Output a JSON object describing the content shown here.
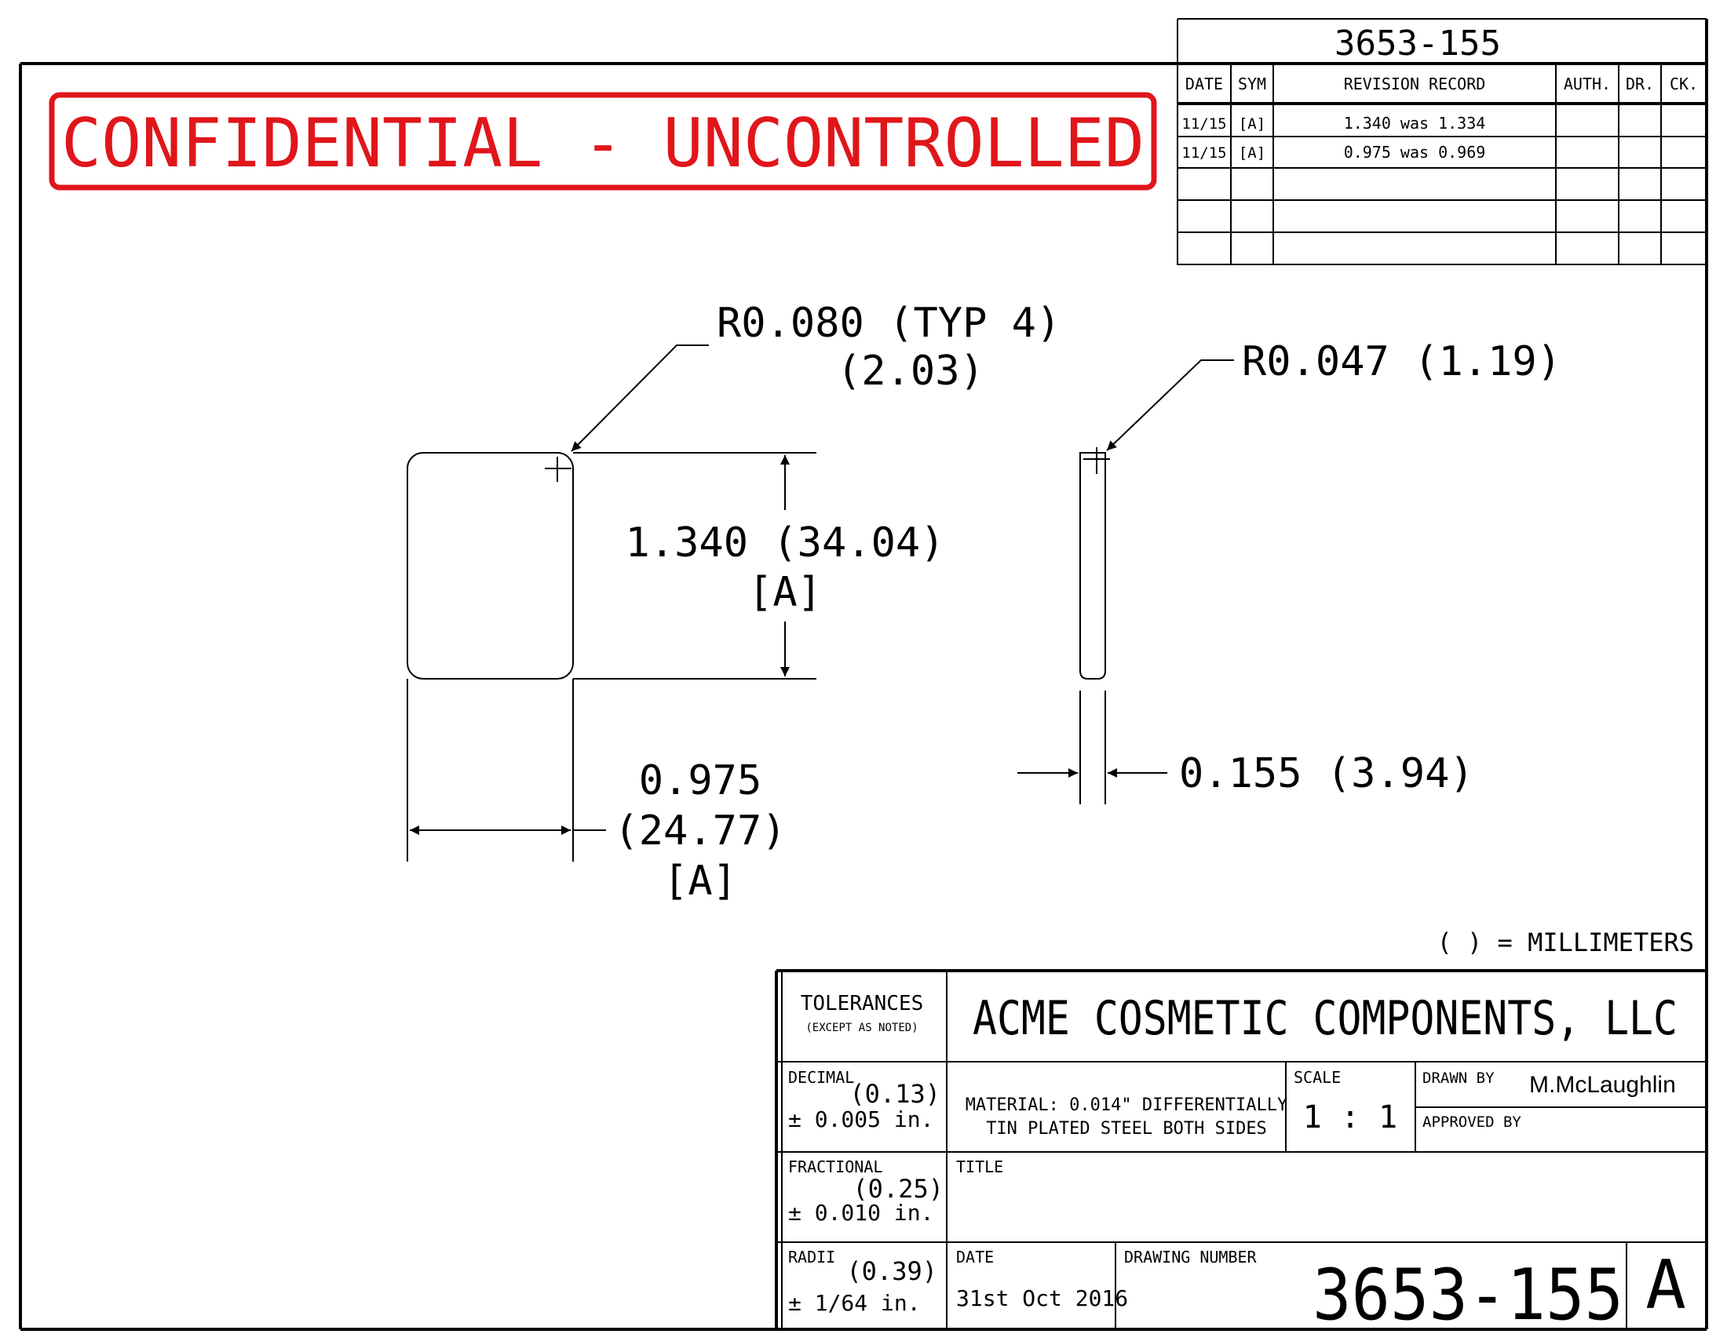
{
  "drawing_number_top": "3653-155",
  "confidential_banner": "CONFIDENTIAL - UNCONTROLLED",
  "revision_table": {
    "headers": {
      "date": "DATE",
      "sym": "SYM",
      "record": "REVISION RECORD",
      "auth": "AUTH.",
      "dr": "DR.",
      "ck": "CK."
    },
    "rows": [
      {
        "date": "11/15",
        "sym": "[A]",
        "record": "1.340 was 1.334"
      },
      {
        "date": "11/15",
        "sym": "[A]",
        "record": "0.975 was 0.969"
      }
    ]
  },
  "dimensions": {
    "corner_radius": "R0.080 (TYP 4)",
    "corner_radius_mm": "(2.03)",
    "edge_radius": "R0.047 (1.19)",
    "height": "1.340 (34.04)",
    "height_tag": "[A]",
    "width": "0.975",
    "width_mm": "(24.77)",
    "width_tag": "[A]",
    "thickness": "0.155 (3.94)"
  },
  "units_note": "( ) = MILLIMETERS",
  "title_block": {
    "tolerances": "TOLERANCES",
    "except_noted": "(EXCEPT AS NOTED)",
    "company": "ACME COSMETIC COMPONENTS, LLC",
    "decimal_label": "DECIMAL",
    "decimal_mm": "(0.13)",
    "decimal_value": "± 0.005 in.",
    "fractional_label": "FRACTIONAL",
    "fractional_mm": "(0.25)",
    "fractional_value": "± 0.010 in.",
    "radii_label": "RADII",
    "radii_mm": "(0.39)",
    "radii_value": "± 1/64 in.",
    "material_line1": "MATERIAL: 0.014\" DIFFERENTIALLY",
    "material_line2": "TIN PLATED STEEL BOTH SIDES",
    "scale_label": "SCALE",
    "scale_value": "1 : 1",
    "drawn_by_label": "DRAWN BY",
    "drawn_by_value": "M.McLaughlin",
    "approved_by_label": "APPROVED BY",
    "title_label": "TITLE",
    "date_label": "DATE",
    "date_value": "31st Oct 2016",
    "drawing_number_label": "DRAWING NUMBER",
    "drawing_number": "3653-155",
    "revision_letter": "A"
  }
}
